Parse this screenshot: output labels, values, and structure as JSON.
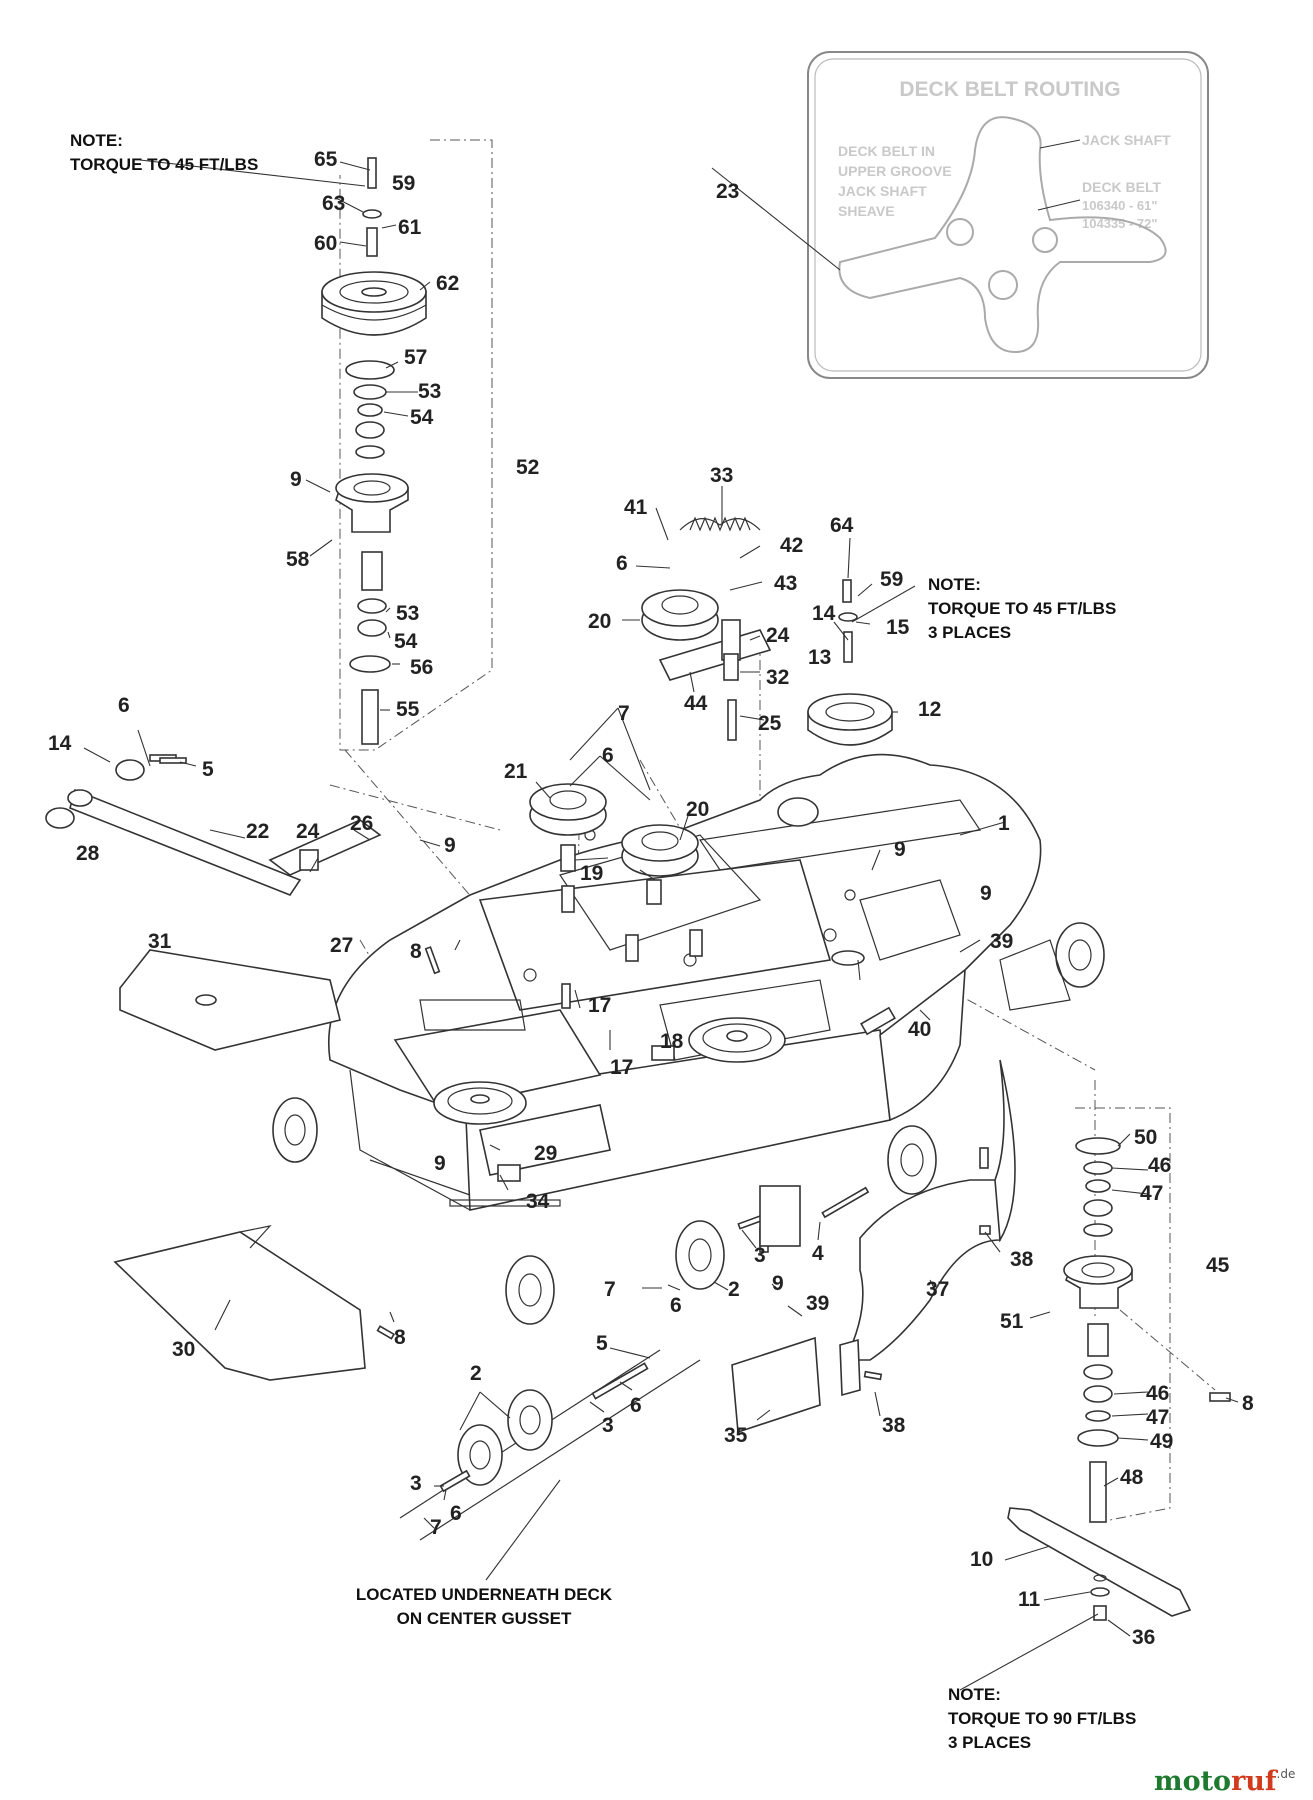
{
  "notes": {
    "top_left": [
      "NOTE:",
      "TORQUE TO 45 FT/LBS"
    ],
    "top_right": [
      "NOTE:",
      "TORQUE TO 45 FT/LBS",
      "3 PLACES"
    ],
    "bottom_right": [
      "NOTE:",
      "TORQUE TO 90 FT/LBS",
      "3 PLACES"
    ],
    "underneath": [
      "LOCATED UNDERNEATH DECK",
      "ON CENTER GUSSET"
    ]
  },
  "routing_decal": {
    "title": "DECK BELT ROUTING",
    "upper_groove": [
      "DECK BELT IN",
      "UPPER GROOVE",
      "JACK SHAFT",
      "SHEAVE"
    ],
    "jack_shaft": "JACK SHAFT",
    "deck_belt": [
      "DECK BELT",
      "106340 - 61\"",
      "104335 - 72\""
    ]
  },
  "callouts": {
    "c65": "65",
    "c59a": "59",
    "c63": "63",
    "c61": "61",
    "c60": "60",
    "c62": "62",
    "c57": "57",
    "c53a": "53",
    "c54a": "54",
    "c9a": "9",
    "c58": "58",
    "c53b": "53",
    "c54b": "54",
    "c56": "56",
    "c55": "55",
    "c52": "52",
    "c23": "23",
    "c33": "33",
    "c41": "41",
    "c42": "42",
    "c6a": "6",
    "c43": "43",
    "c20a": "20",
    "c24a": "24",
    "c44": "44",
    "c32": "32",
    "c25": "25",
    "c64": "64",
    "c59b": "59",
    "c14a": "14",
    "c15": "15",
    "c13": "13",
    "c12": "12",
    "c6b": "6",
    "c14b": "14",
    "c5a": "5",
    "c28": "28",
    "c22": "22",
    "c24b": "24",
    "c26": "26",
    "c9b": "9",
    "c27": "27",
    "c7a": "7",
    "c6c": "6",
    "c21": "21",
    "c20b": "20",
    "c19": "19",
    "c1": "1",
    "c9c": "9",
    "c9d": "9",
    "c39a": "39",
    "c31": "31",
    "c8a": "8",
    "c17a": "17",
    "c18": "18",
    "c17b": "17",
    "c40": "40",
    "c9e": "9",
    "c29": "29",
    "c34": "34",
    "c50": "50",
    "c46a": "46",
    "c47a": "47",
    "c3a": "3",
    "c4": "4",
    "c38a": "38",
    "c45": "45",
    "c30": "30",
    "c8b": "8",
    "c7b": "7",
    "c6d": "6",
    "c2a": "2",
    "c9f": "9",
    "c39b": "39",
    "c37": "37",
    "c51": "51",
    "c5b": "5",
    "c2b": "2",
    "c6e": "6",
    "c3b": "3",
    "c3c": "3",
    "c6f": "6",
    "c7c": "7",
    "c35": "35",
    "c38b": "38",
    "c8c": "8",
    "c46b": "46",
    "c47b": "47",
    "c49": "49",
    "c48": "48",
    "c10": "10",
    "c11": "11",
    "c36": "36"
  },
  "watermark": {
    "part1": "moto",
    "part2": "ruf",
    "suffix": ".de"
  }
}
